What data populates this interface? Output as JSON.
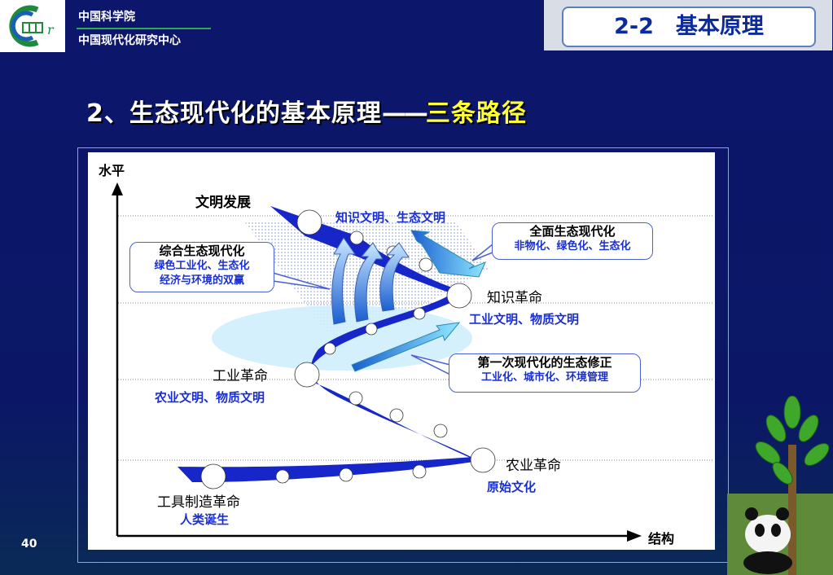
{
  "header": {
    "org_line1": "中国科学院",
    "org_line2": "中国现代化研究中心",
    "section": "2-2　基本原理"
  },
  "title": {
    "main": "2、生态现代化的基本原理",
    "dash": "——",
    "highlight": "三条路径"
  },
  "diagram": {
    "y_axis": "水平",
    "x_axis": "结构",
    "stages": [
      {
        "label": "文明发展"
      },
      {
        "label": "知识文明、生态文明"
      },
      {
        "label": "知识革命"
      },
      {
        "label": "工业文明、物质文明"
      },
      {
        "label": "工业革命"
      },
      {
        "label": "农业文明、物质文明"
      },
      {
        "label": "农业革命"
      },
      {
        "label": "原始文化"
      },
      {
        "label": "工具制造革命"
      },
      {
        "label": "人类诞生"
      }
    ],
    "callouts": [
      {
        "title": "综合生态现代化",
        "line1": "绿色工业化、生态化",
        "line2": "经济与环境的双赢"
      },
      {
        "title": "全面生态现代化",
        "line1": "非物化、绿色化、生态化"
      },
      {
        "title": "第一次现代化的生态修正",
        "line1": "工业化、城市化、环境管理"
      }
    ]
  },
  "page_number": "40",
  "colors": {
    "background": "#0c166b",
    "accent": "#ffff33",
    "path": "#1626c8"
  }
}
